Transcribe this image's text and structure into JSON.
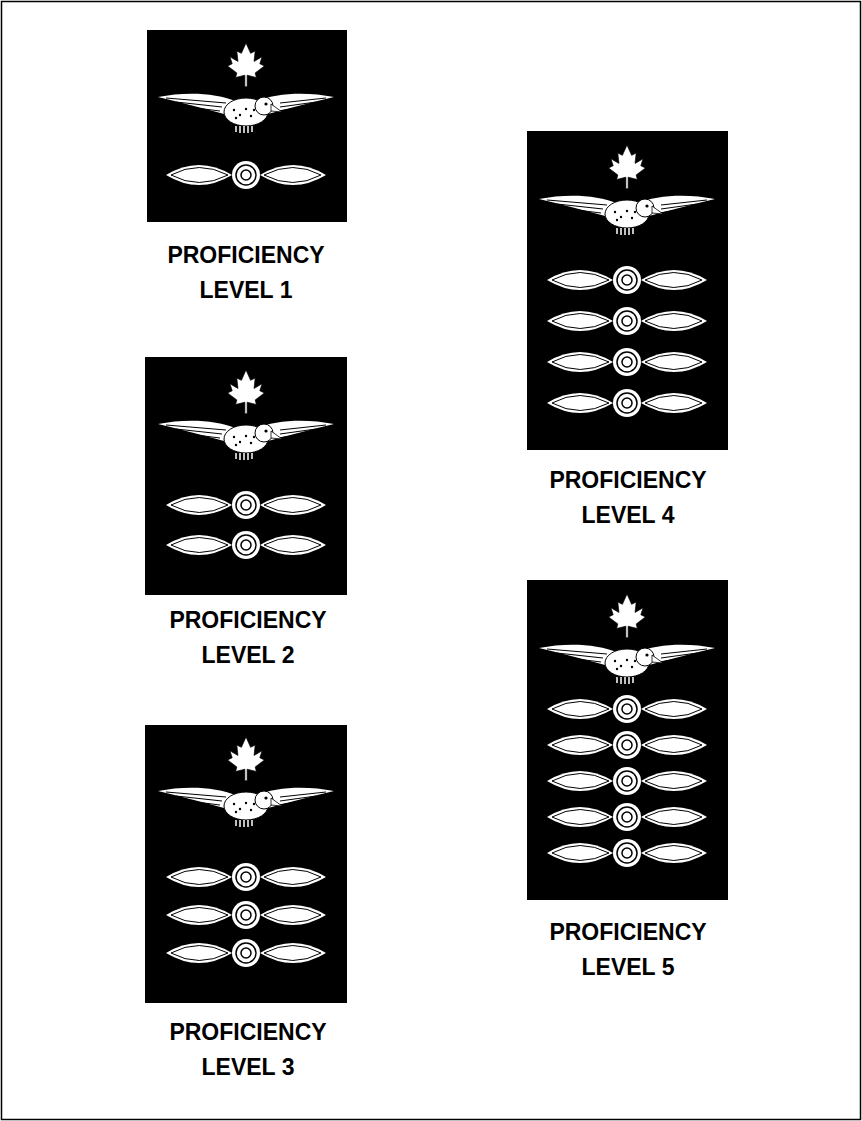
{
  "diagram": {
    "labels": [
      "PROFICIENCY LEVEL 1",
      "PROFICIENCY LEVEL 2",
      "PROFICIENCY LEVEL 3",
      "PROFICIENCY LEVEL 4",
      "PROFICIENCY LEVEL 5"
    ]
  }
}
